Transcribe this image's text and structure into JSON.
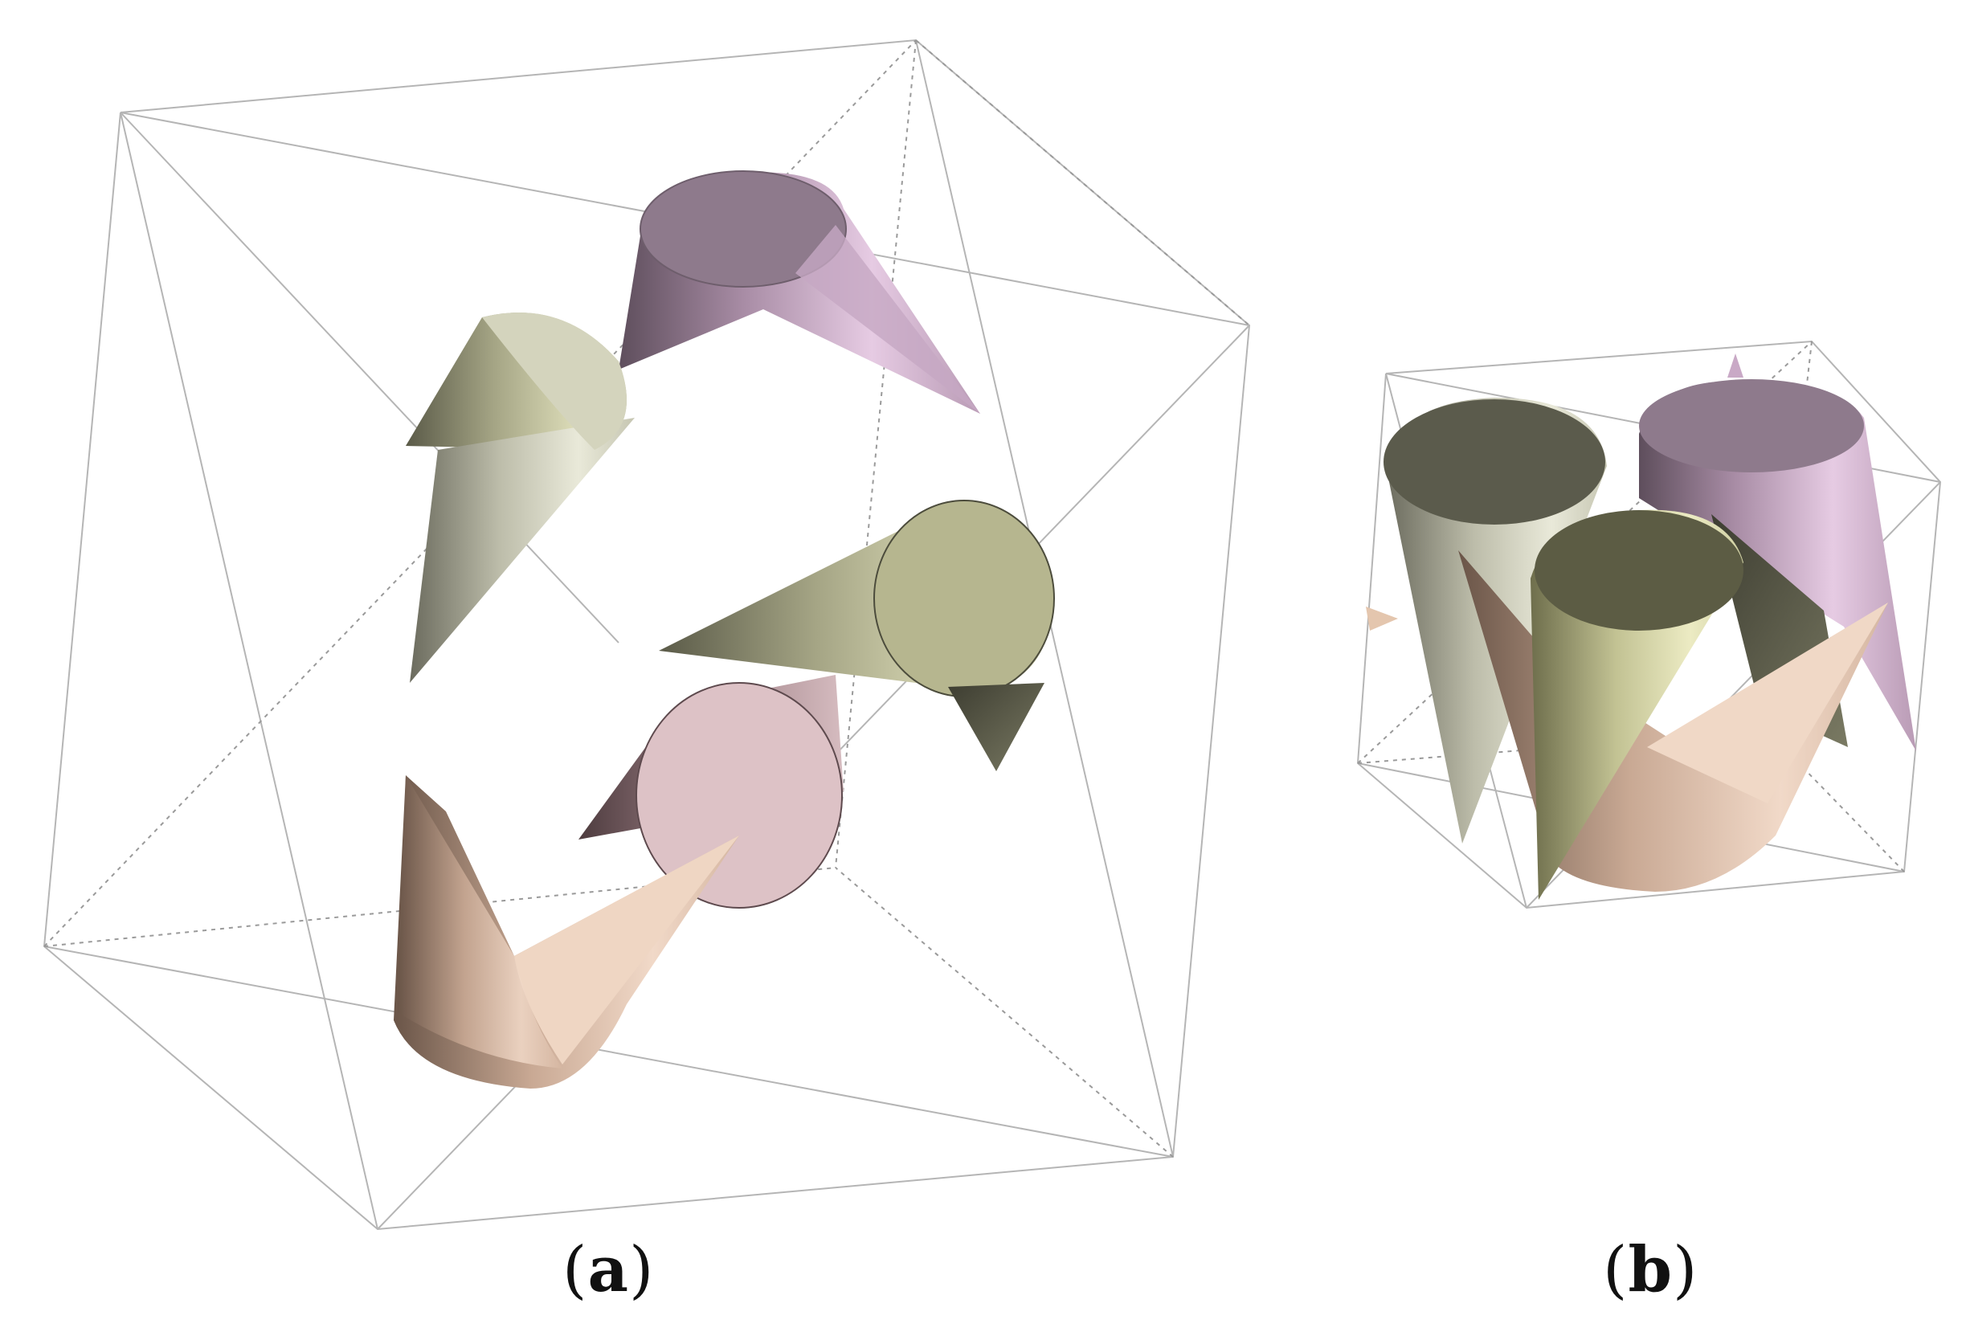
{
  "panels": [
    {
      "id": "a",
      "caption": "(a)",
      "letter": "a"
    },
    {
      "id": "b",
      "caption": "(b)",
      "letter": "b"
    }
  ],
  "colors": {
    "background": "#ffffff",
    "box_edge": "#b5b5b5",
    "box_hidden_edge": "#9a9a9a",
    "shape_purple": "#c9a9c6",
    "shape_olive": "#c9c9a0",
    "shape_greige": "#c8c8b3",
    "shape_rose": "#e0c0c0",
    "shape_peach": "#e4c6ae",
    "shape_yellow_green": "#d6d6a0"
  }
}
